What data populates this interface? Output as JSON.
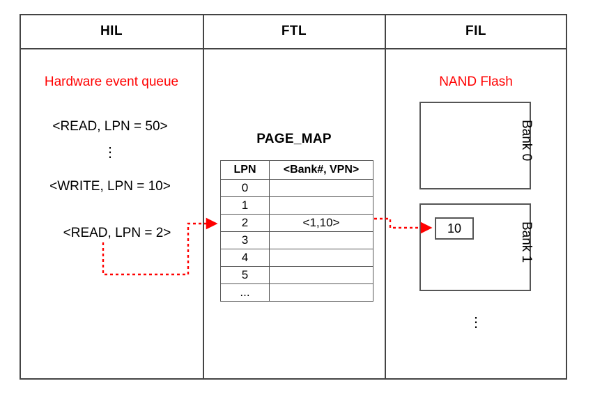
{
  "diagram": {
    "title_columns": [
      {
        "id": "hil",
        "label": "HIL"
      },
      {
        "id": "ftl",
        "label": "FTL"
      },
      {
        "id": "fil",
        "label": "FIL"
      }
    ],
    "colors": {
      "accent_red": "#ff0000",
      "frame_gray": "#444444",
      "box_gray": "#555555",
      "text_black": "#000000",
      "background": "#ffffff"
    }
  },
  "hil": {
    "label": "Hardware event queue",
    "events": [
      {
        "text": "<READ, LPN = 50>"
      },
      {
        "text": "<WRITE, LPN = 10>"
      },
      {
        "text": "<READ, LPN = 2>"
      }
    ],
    "ellipsis": "⋮"
  },
  "ftl": {
    "table_title": "PAGE_MAP",
    "columns": [
      "LPN",
      "<Bank#, VPN>"
    ],
    "rows": [
      {
        "lpn": "0",
        "mapping": ""
      },
      {
        "lpn": "1",
        "mapping": ""
      },
      {
        "lpn": "2",
        "mapping": "<1,10>"
      },
      {
        "lpn": "3",
        "mapping": ""
      },
      {
        "lpn": "4",
        "mapping": ""
      },
      {
        "lpn": "5",
        "mapping": ""
      },
      {
        "lpn": "...",
        "mapping": ""
      }
    ]
  },
  "fil": {
    "label": "NAND Flash",
    "banks": [
      {
        "name": "Bank 0",
        "page_value": ""
      },
      {
        "name": "Bank 1",
        "page_value": "10"
      }
    ],
    "ellipsis": "⋮"
  }
}
